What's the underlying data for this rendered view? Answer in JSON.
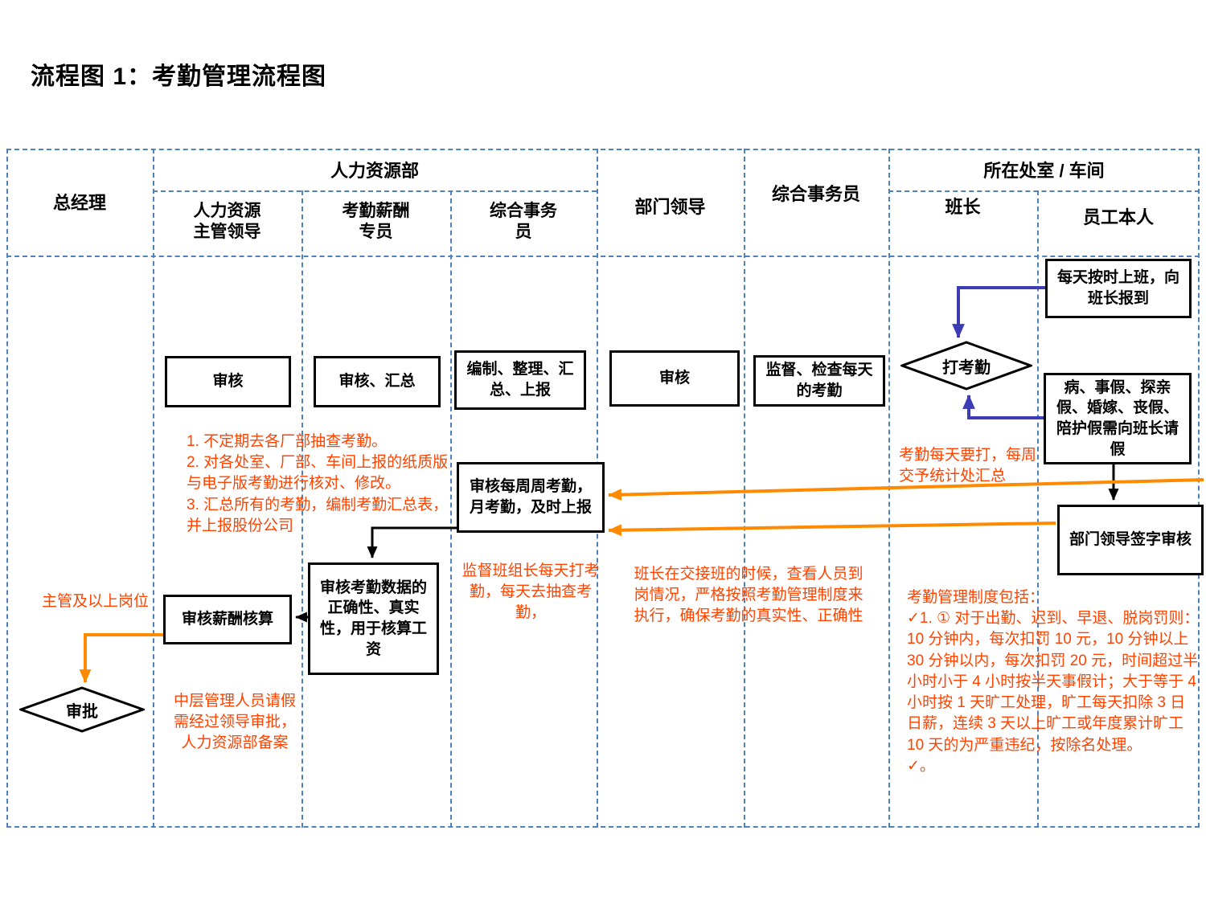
{
  "title": "流程图 1：考勤管理流程图",
  "header": {
    "group_hr": "人力资源部",
    "group_site": "所在处室 / 车间",
    "general_manager": "总经理",
    "hr_leader": "人力资源\n主管领导",
    "attendance_specialist": "考勤薪酬\n专员",
    "affairs_clerk_hr": "综合事务\n员",
    "dept_leader": "部门领导",
    "affairs_clerk": "综合事务员",
    "team_leader": "班长",
    "employee": "员工本人"
  },
  "nodes": {
    "daily_checkin": "每天按时上班，向班长报到",
    "punch": "打考勤",
    "hr_review": "审核",
    "review_summarize": "审核、汇总",
    "compile": "编制、整理、汇总、上报",
    "dept_review": "审核",
    "supervise": "监督、检查每天的考勤",
    "leave_request": "病、事假、探亲假、婚嫁、丧假、陪护假需向班长请假",
    "leader_sign": "部门领导签字审核",
    "weekly_review": "审核每周周考勤，月考勤，及时上报",
    "verify_data": "审核考勤数据的正确性、真实性，用于核算工资",
    "salary_review": "审核薪酬核算",
    "approve": "审批"
  },
  "notes": {
    "hr_tasks": "1. 不定期去各厂部抽查考勤。\n2. 对各处室、厂部、车间上报的纸质版与电子版考勤进行核对、修改。\n3. 汇总所有的考勤，编制考勤汇总表，并上报股份公司",
    "punch_daily": "考勤每天要打，每周交予统计处汇总",
    "supervise_note": "监督班组长每天打考勤，每天去抽查考勤，",
    "shift_note": "班长在交接班的时候，查看人员到岗情况，严格按照考勤管理制度来执行，确保考勤的真实性、正确性",
    "supervisor_posts": "主管及以上岗位",
    "mid_level": "中层管理人员请假需经过领导审批，人力资源部备案",
    "rules": "考勤管理制度包括：\n✓1. ① 对于出勤、迟到、早退、脱岗罚则：10 分钟内，每次扣罚 10 元，10 分钟以上 30 分钟以内，每次扣罚 20 元，时间超过半小时小于 4 小时按半天事假计；大于等于 4 小时按 1 天旷工处理，旷工每天扣除 3 日日薪，连续 3 天以上旷工或年度累计旷工 10 天的为严重违纪，按除名处理。\n✓。"
  },
  "colors": {
    "note_red": "#ff4300",
    "arrow_blue": "#3c3cb4",
    "arrow_orange": "#ff8a00",
    "grid_blue": "#4f81bd",
    "box_border": "#000000"
  }
}
